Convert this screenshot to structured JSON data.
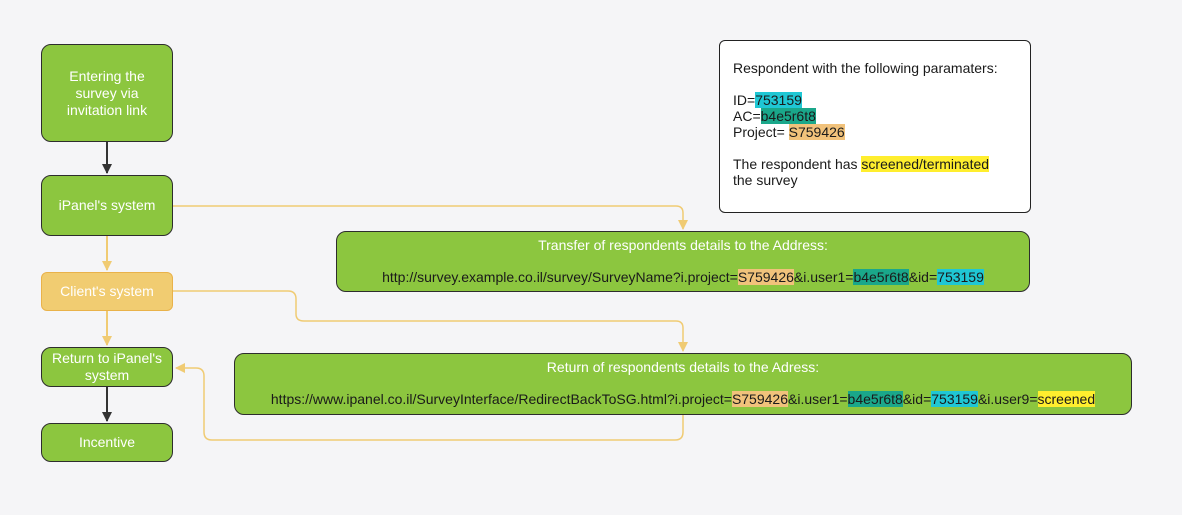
{
  "colors": {
    "node_fill": "#8cc63f",
    "client_fill": "#f1cc71",
    "connector_main": "#333333",
    "connector_secondary": "#f0cb73",
    "highlight_project": "#f1c27b",
    "highlight_ac": "#1aa78a",
    "highlight_id": "#1fc7d4",
    "highlight_status": "#ffee2e"
  },
  "nodes": {
    "entering": [
      "Entering the",
      "survey via",
      "invitation link"
    ],
    "ipanel_system": "iPanel's system",
    "client_system": "Client's system",
    "return": [
      "Return to iPanel's",
      "system"
    ],
    "incentive": "Incentive"
  },
  "info_box": {
    "heading": "Respondent with the following paramaters:",
    "id_label": "ID=",
    "id_value": "753159",
    "ac_label": "AC=",
    "ac_value": "b4e5r6t8",
    "project_label": "Project= ",
    "project_value": "S759426",
    "status_prefix": "The respondent has ",
    "status_value": "screened/terminated",
    "status_suffix": "the survey"
  },
  "transfer": {
    "title": "Transfer of respondents details to the Address:",
    "url_base": "http://survey.example.co.il/survey/SurveyName?i.project=",
    "project": "S759426",
    "param_user1": "&i.user1=",
    "user1": "b4e5r6t8",
    "param_id": "&id=",
    "id": "753159"
  },
  "return_banner": {
    "title": "Return of respondents details to the Adress:",
    "url_base": "https://www.ipanel.co.il/SurveyInterface/RedirectBackToSG.html?i.project=",
    "project": "S759426",
    "param_user1": "&i.user1=",
    "user1": "b4e5r6t8",
    "param_id": "&id=",
    "id": "753159",
    "param_user9": "&i.user9=",
    "user9": "screened"
  }
}
